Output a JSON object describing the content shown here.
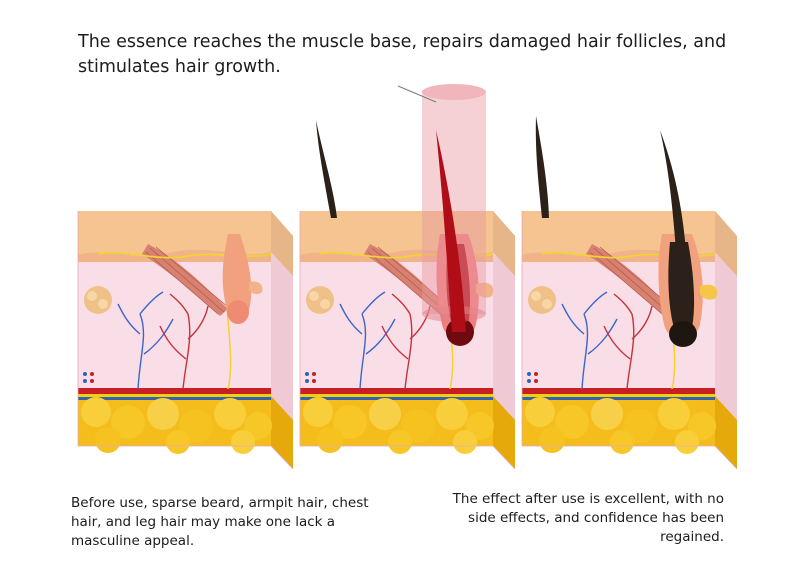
{
  "headline": "The essence reaches the muscle base, repairs damaged hair follicles, and stimulates hair growth.",
  "captions": {
    "before": "Before use, sparse beard, armpit hair, chest hair, and leg hair may make one lack a masculine appeal.",
    "after": "The effect after use is excellent, with no side effects, and confidence has been regained."
  },
  "colors": {
    "skin_top": "#f5c99a",
    "dermis": "#f8d6e2",
    "fat": "#f2b815",
    "follicle_before": "#f2a17e",
    "follicle_treated": "#b00d17",
    "follicle_after": "#2c211a",
    "light_beam": "#e89aa1"
  },
  "icons": [
    "skin-cross-section-illustration",
    "light-beam-illustration"
  ]
}
